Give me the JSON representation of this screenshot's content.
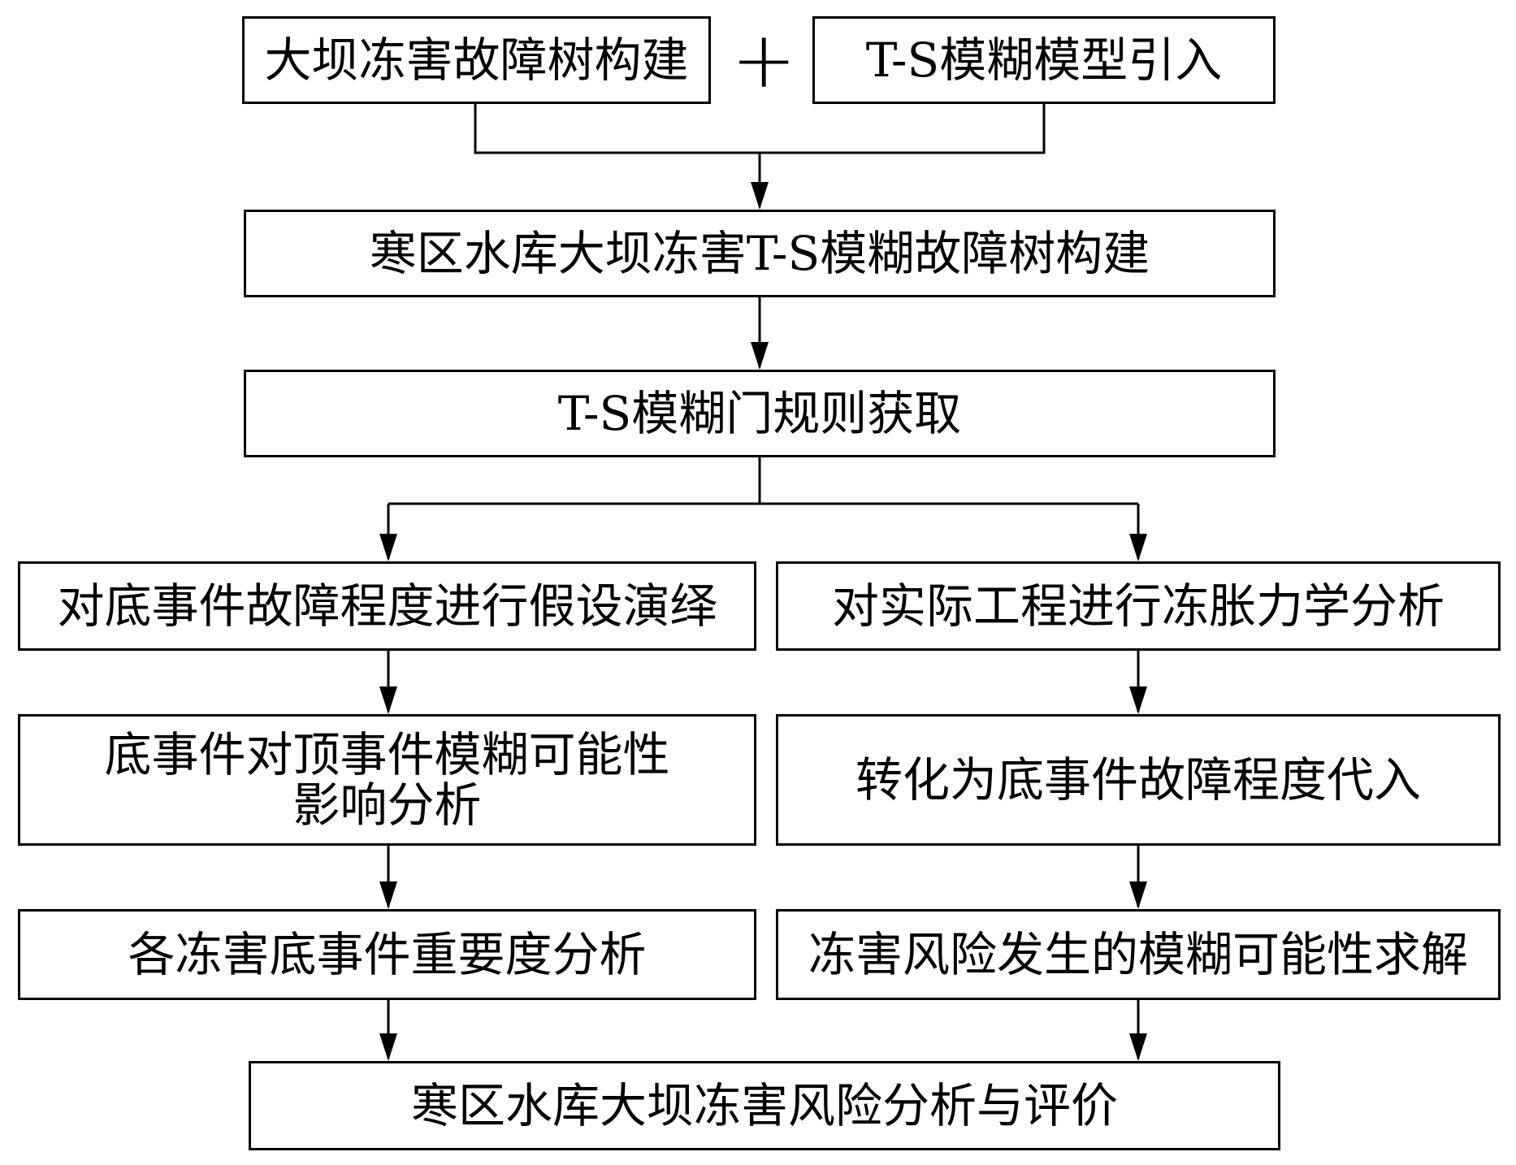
{
  "flowchart": {
    "top_left": "大坝冻害故障树构建",
    "plus_sign": "+",
    "top_right": "T-S模糊模型引入",
    "step2": "寒区水库大坝冻害T-S模糊故障树构建",
    "step3": "T-S模糊门规则获取",
    "left_branch": {
      "step1": "对底事件故障程度进行假设演绎",
      "step2": "底事件对顶事件模糊可能性\n影响分析",
      "step3": "各冻害底事件重要度分析"
    },
    "right_branch": {
      "step1": "对实际工程进行冻胀力学分析",
      "step2": "转化为底事件故障程度代入",
      "step3": "冻害风险发生的模糊可能性求解"
    },
    "final": "寒区水库大坝冻害风险分析与评价"
  }
}
